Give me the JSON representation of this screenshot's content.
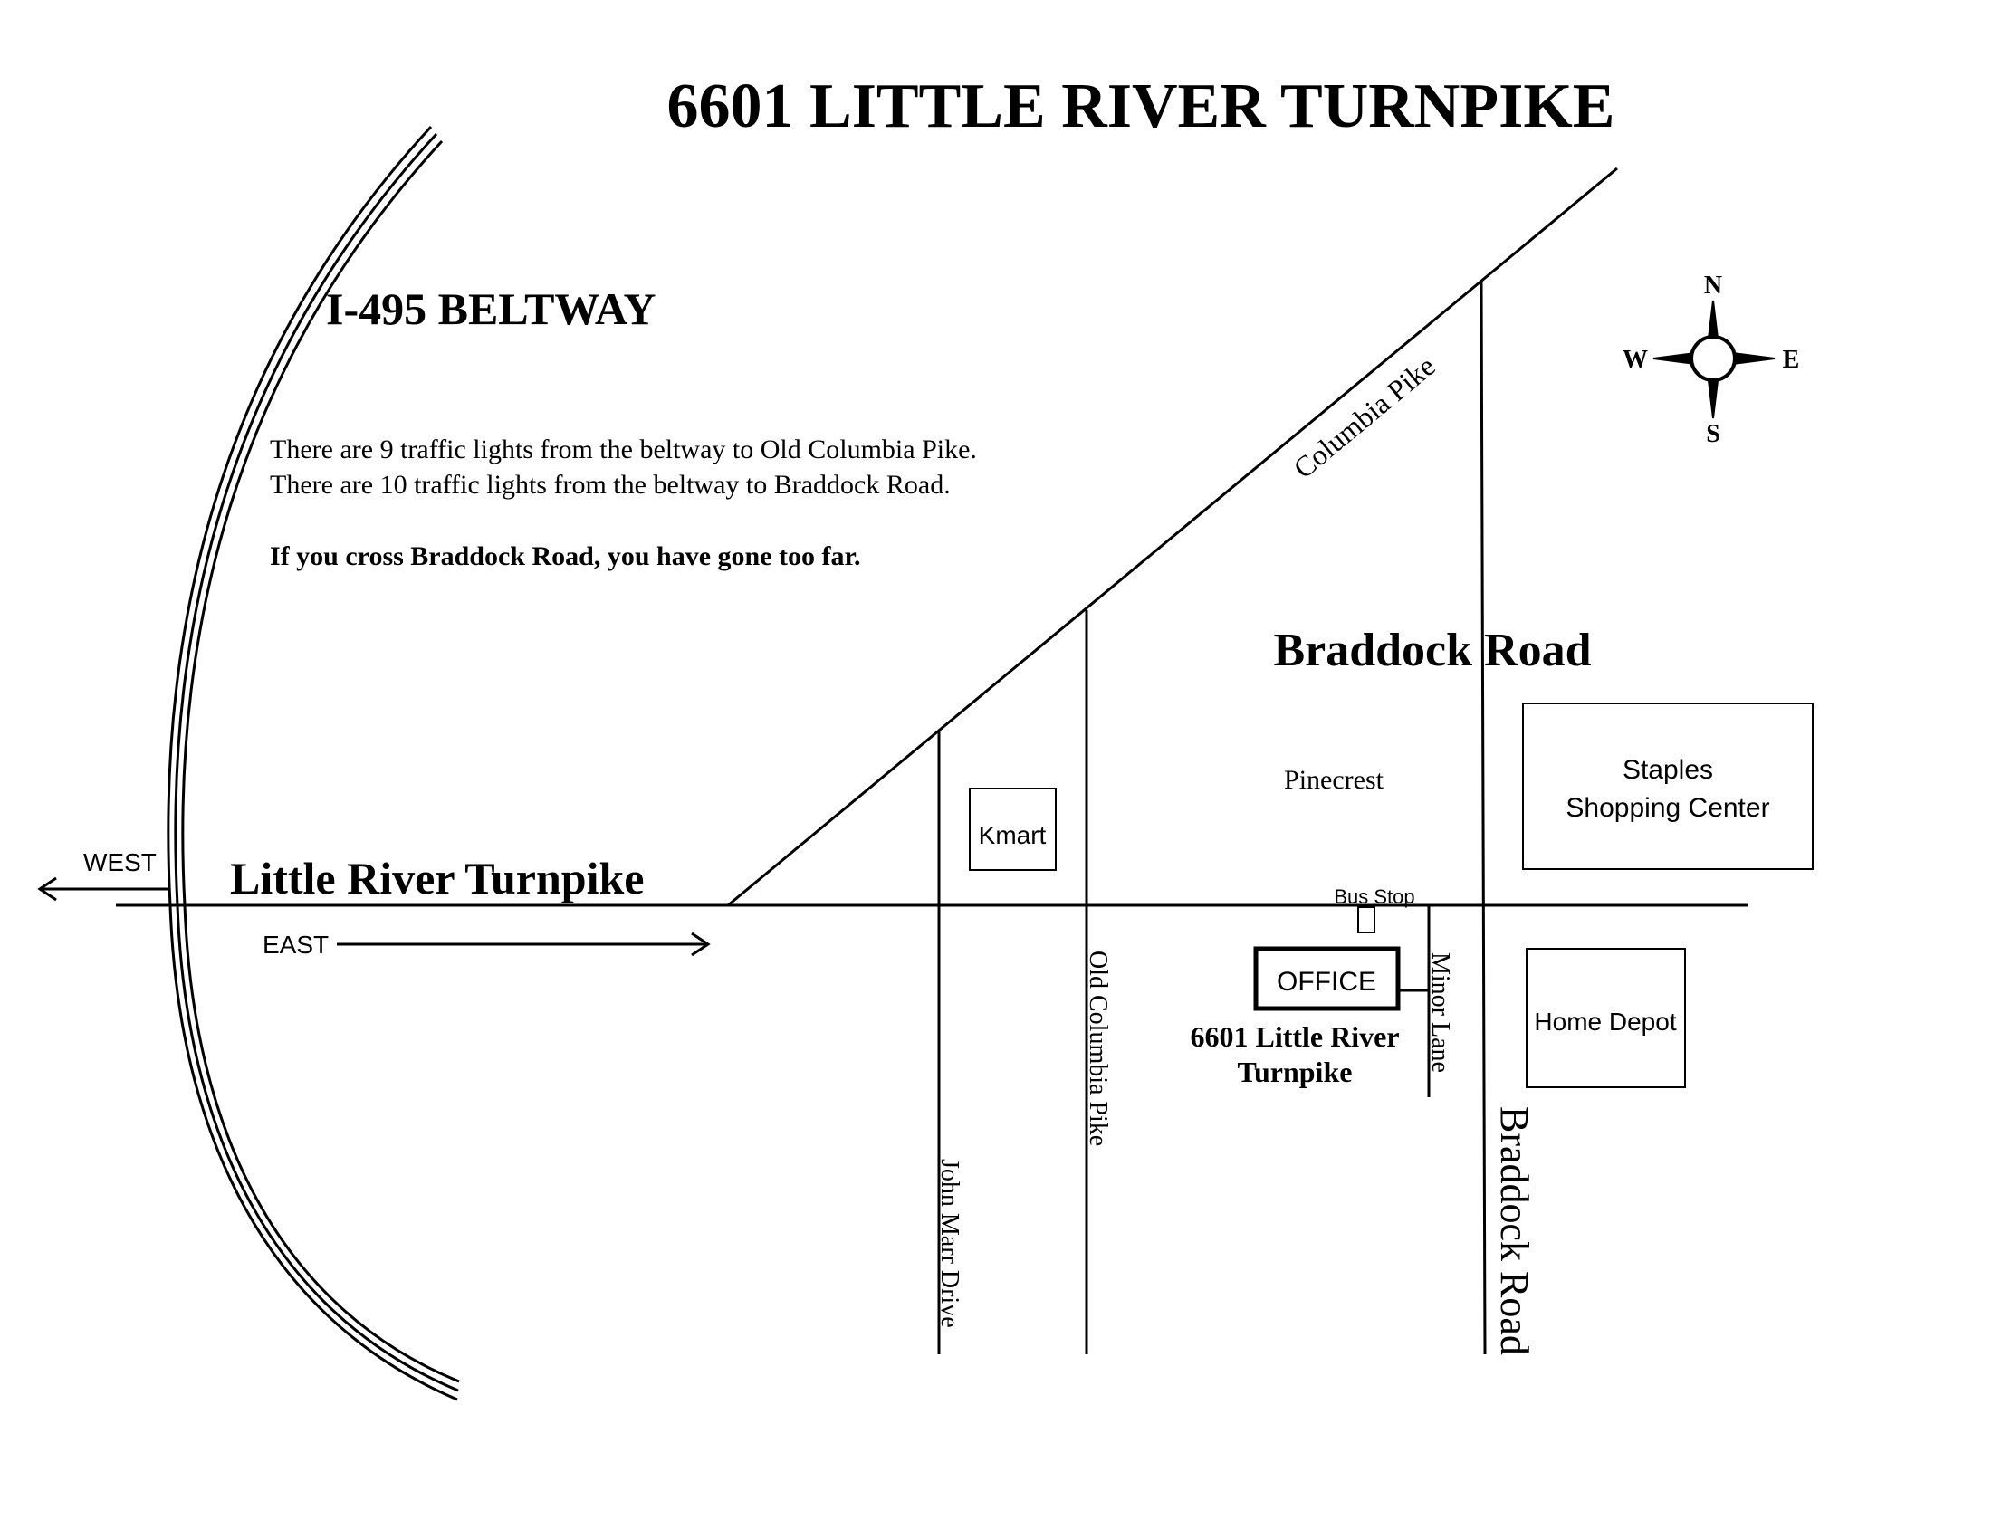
{
  "title": "6601 LITTLE RIVER TURNPIKE",
  "beltway_label": "I-495 BELTWAY",
  "notes": {
    "line1": "There are 9 traffic lights from the beltway to Old Columbia Pike.",
    "line2": "There are 10 traffic lights from the beltway to Braddock Road.",
    "warning": "If you cross Braddock Road, you have gone too far."
  },
  "roads": {
    "little_river": "Little River Turnpike",
    "columbia_pike": "Columbia Pike",
    "old_columbia_pike": "Old Columbia Pike",
    "john_marr": "John Marr Drive",
    "minor_lane": "Minor Lane",
    "braddock_horizontal": "Braddock Road",
    "braddock_vertical": "Braddock Road"
  },
  "directions": {
    "west": "WEST",
    "east": "EAST"
  },
  "compass": {
    "n": "N",
    "s": "S",
    "e": "E",
    "w": "W"
  },
  "places": {
    "kmart": "Kmart",
    "pinecrest": "Pinecrest",
    "staples_line1": "Staples",
    "staples_line2": "Shopping Center",
    "home_depot": "Home Depot",
    "bus_stop": "Bus Stop",
    "office": "OFFICE",
    "office_address_line1": "6601 Little River",
    "office_address_line2": "Turnpike"
  }
}
